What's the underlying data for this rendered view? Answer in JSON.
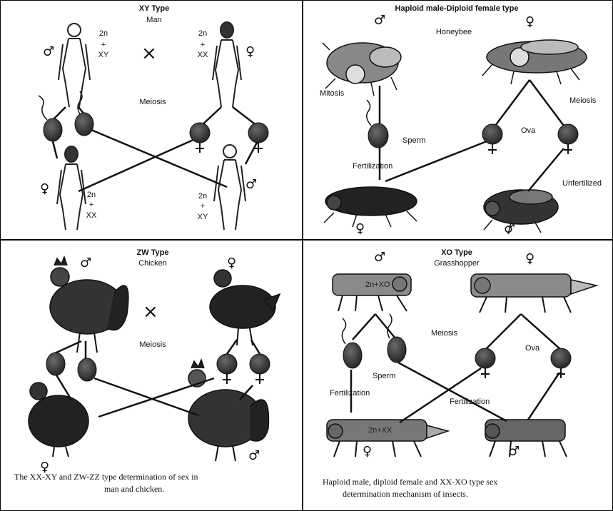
{
  "xy": {
    "title": "XY Type",
    "subtitle": "Man",
    "parent_male_chromosomes": [
      "2n",
      "+",
      "XY"
    ],
    "parent_female_chromosomes": [
      "2n",
      "+",
      "XX"
    ],
    "meiosis": "Meiosis",
    "child_female_chromosomes": [
      "2n",
      "+",
      "XX"
    ],
    "child_male_chromosomes": [
      "2n",
      "+",
      "XY"
    ],
    "cross": "×"
  },
  "haplo": {
    "title": "Haploid male-Diploid female type",
    "subtitle": "Honeybee",
    "mitosis": "Mitosis",
    "meiosis": "Meiosis",
    "sperm": "Sperm",
    "ova": "Ova",
    "fertilization": "Fertilization",
    "unfertilized": "Unfertilized"
  },
  "zw": {
    "title": "ZW Type",
    "subtitle": "Chicken",
    "meiosis": "Meiosis",
    "cross": "×"
  },
  "xo": {
    "title": "XO Type",
    "subtitle": "Grasshopper",
    "meiosis": "Meiosis",
    "sperm": "Sperm",
    "ova": "Ova",
    "fertilization_left": "Fertilization",
    "fertilization_right": "Fertilization",
    "male_body_label": "2n+XO",
    "female_child_body_label": "2n+XX"
  },
  "symbols": {
    "male": "♂",
    "female": "♀"
  },
  "captions": {
    "left_line1": "The XX-XY and ZW-ZZ type determination of sex in",
    "left_line2": "man and chicken.",
    "right_line1": "Haploid male, diploid female and XX-XO type sex",
    "right_line2": "determination mechanism of insects."
  }
}
